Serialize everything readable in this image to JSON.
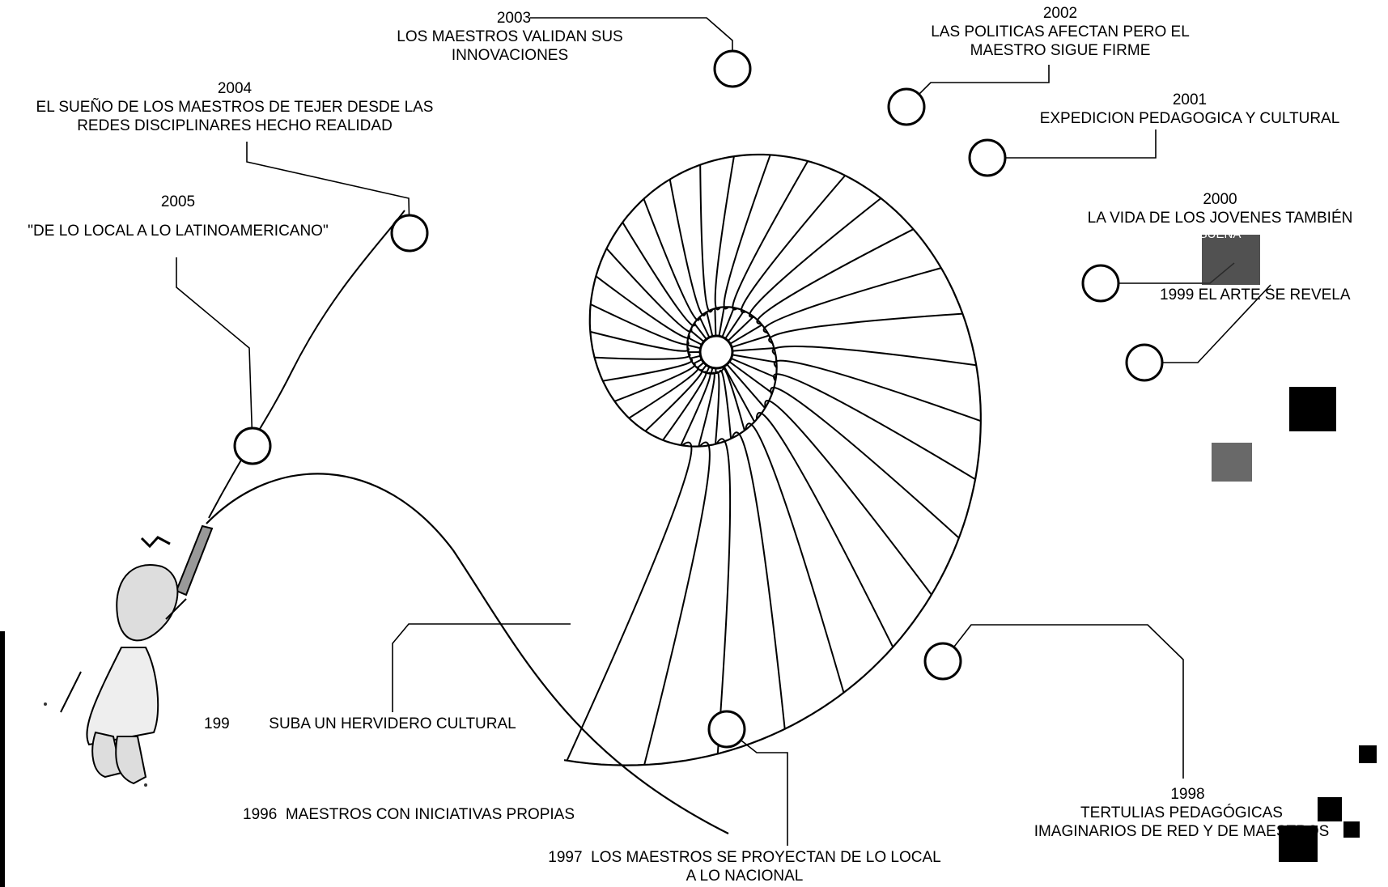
{
  "milestones": [
    {
      "id": "m2005",
      "year": "2005",
      "text": [
        "\"DE LO LOCAL A LO LATINOAMERICANO\""
      ]
    },
    {
      "id": "m2004",
      "year": "2004",
      "text": [
        "EL SUEÑO DE LOS MAESTROS  DE TEJER DESDE LAS",
        "REDES DISCIPLINARES HECHO  REALIDAD"
      ]
    },
    {
      "id": "m2003",
      "year": "2003",
      "text": [
        "LOS MAESTROS VALIDAN SUS",
        "INNOVACIONES"
      ]
    },
    {
      "id": "m2002",
      "year": "2002",
      "text": [
        "LAS POLITICAS AFECTAN PERO EL",
        "MAESTRO SIGUE FIRME"
      ]
    },
    {
      "id": "m2001",
      "year": "2001",
      "text": [
        "EXPEDICION PEDAGOGICA Y CULTURAL"
      ]
    },
    {
      "id": "m2000",
      "year": "2000",
      "text": [
        "LA VIDA DE LOS JOVENES TAMBIÉN",
        "SUEÑA"
      ]
    },
    {
      "id": "m1999",
      "year": "1999",
      "text": [
        "EL ARTE SE REVELA"
      ]
    },
    {
      "id": "m1998",
      "year": "1998",
      "text": [
        "TERTULIAS PEDAGÓGICAS",
        "IMAGINARIOS DE RED Y DE MAESTROS"
      ]
    },
    {
      "id": "m1997",
      "year": "1997",
      "text": [
        "LOS MAESTROS SE PROYECTAN DE LO LOCAL",
        "A LO NACIONAL"
      ]
    },
    {
      "id": "m1996",
      "year": "1996",
      "text": [
        "MAESTROS CON INICIATIVAS PROPIAS"
      ]
    },
    {
      "id": "m199x",
      "year": "199",
      "text": [
        "SUBA UN HERVIDERO CULTURAL"
      ]
    }
  ],
  "colors": {
    "ink": "#000000",
    "paper": "#ffffff",
    "figure_fill": "#e6e6e6",
    "scan_noise": "#333333"
  }
}
